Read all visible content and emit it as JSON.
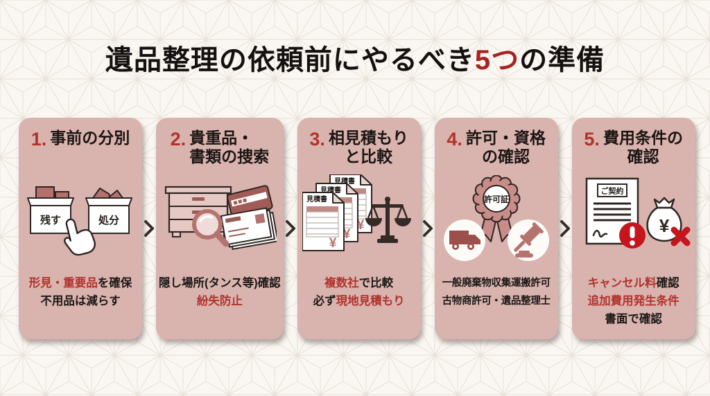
{
  "title": {
    "prefix": "遺品整理の依頼前にやるべき",
    "accent": "5つ",
    "suffix": "の準備"
  },
  "colors": {
    "background": "#faf7f2",
    "card_bg": "#d9b3ae",
    "accent_red": "#b2322c",
    "bright_red": "#c4161c",
    "text_dark": "#1c1816",
    "icon_outline": "#2e2521",
    "icon_rose": "#b5736f",
    "icon_maroon": "#9c4f4b"
  },
  "cards": [
    {
      "number": "1.",
      "title_line1": "事前の分別",
      "title_line2": "",
      "icon": {
        "name": "sorting-boxes-icon",
        "keep_label": "残す",
        "dispose_label": "処分"
      },
      "note_lines": [
        {
          "segments": [
            {
              "text": "形見・重要品"
            },
            {
              "text": "を確保"
            }
          ]
        },
        {
          "segments": [
            {
              "text": "不用品は減らす"
            }
          ]
        }
      ]
    },
    {
      "number": "2.",
      "title_line1": "貴重品・",
      "title_line2": "書類の捜索",
      "icon": {
        "name": "search-drawers-icon"
      },
      "note_lines": [
        {
          "segments": [
            {
              "text": "隠し場所(タンス等)確認"
            }
          ]
        },
        {
          "segments": [
            {
              "text": "紛失防止"
            }
          ]
        }
      ]
    },
    {
      "number": "3.",
      "title_line1": "相見積もり",
      "title_line2": "と比較",
      "icon": {
        "name": "estimates-scale-icon",
        "doc_label": "見積書",
        "yen": "¥"
      },
      "note_lines": [
        {
          "segments": [
            {
              "text": "複数社"
            },
            {
              "text": "で比較"
            }
          ]
        },
        {
          "segments": [
            {
              "text": "必ず"
            },
            {
              "text": "現地見積もり"
            }
          ]
        }
      ]
    },
    {
      "number": "4.",
      "title_line1": "許可・資格",
      "title_line2": "の確認",
      "icon": {
        "name": "permit-badge-icon",
        "badge_label": "許可証"
      },
      "note_lines": [
        {
          "segments": [
            {
              "text": "一般廃棄物収集運搬許可"
            }
          ]
        },
        {
          "segments": [
            {
              "text": "古物商許可・遺品整理士"
            }
          ]
        }
      ]
    },
    {
      "number": "5.",
      "title_line1": "費用条件の",
      "title_line2": "確認",
      "icon": {
        "name": "contract-cost-icon",
        "contract_label": "ご契約",
        "yen": "¥"
      },
      "note_lines": [
        {
          "segments": [
            {
              "text": "キャンセル料"
            },
            {
              "text": "確認"
            }
          ]
        },
        {
          "segments": [
            {
              "text": "追加費用発生条件"
            }
          ]
        },
        {
          "segments": [
            {
              "text": "書面で確認"
            }
          ]
        }
      ]
    }
  ]
}
